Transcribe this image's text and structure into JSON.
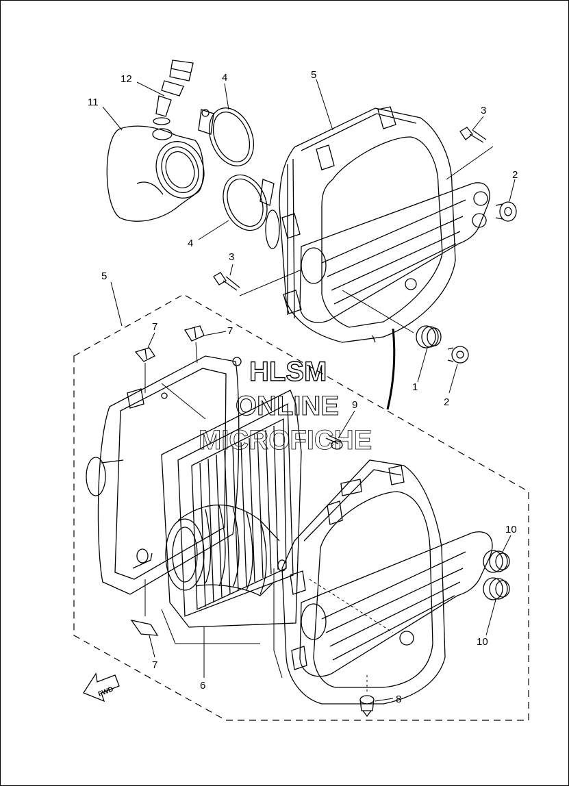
{
  "watermark": {
    "line1": "HLSM",
    "line2": "ONLINE",
    "line3": "MICROFICHE"
  },
  "direction_label": "FWD",
  "callouts": [
    {
      "id": "c12",
      "label": "12"
    },
    {
      "id": "c11",
      "label": "11"
    },
    {
      "id": "c4a",
      "label": "4"
    },
    {
      "id": "c4b",
      "label": "4"
    },
    {
      "id": "c5a",
      "label": "5"
    },
    {
      "id": "c5b",
      "label": "5"
    },
    {
      "id": "c3a",
      "label": "3"
    },
    {
      "id": "c3b",
      "label": "3"
    },
    {
      "id": "c2a",
      "label": "2"
    },
    {
      "id": "c2b",
      "label": "2"
    },
    {
      "id": "c1",
      "label": "1"
    },
    {
      "id": "c7a",
      "label": "7"
    },
    {
      "id": "c7b",
      "label": "7"
    },
    {
      "id": "c7c",
      "label": "7"
    },
    {
      "id": "c9",
      "label": "9"
    },
    {
      "id": "c10a",
      "label": "10"
    },
    {
      "id": "c10b",
      "label": "10"
    },
    {
      "id": "c6",
      "label": "6"
    },
    {
      "id": "c8",
      "label": "8"
    }
  ],
  "colors": {
    "line": "#000000",
    "background": "#ffffff"
  }
}
